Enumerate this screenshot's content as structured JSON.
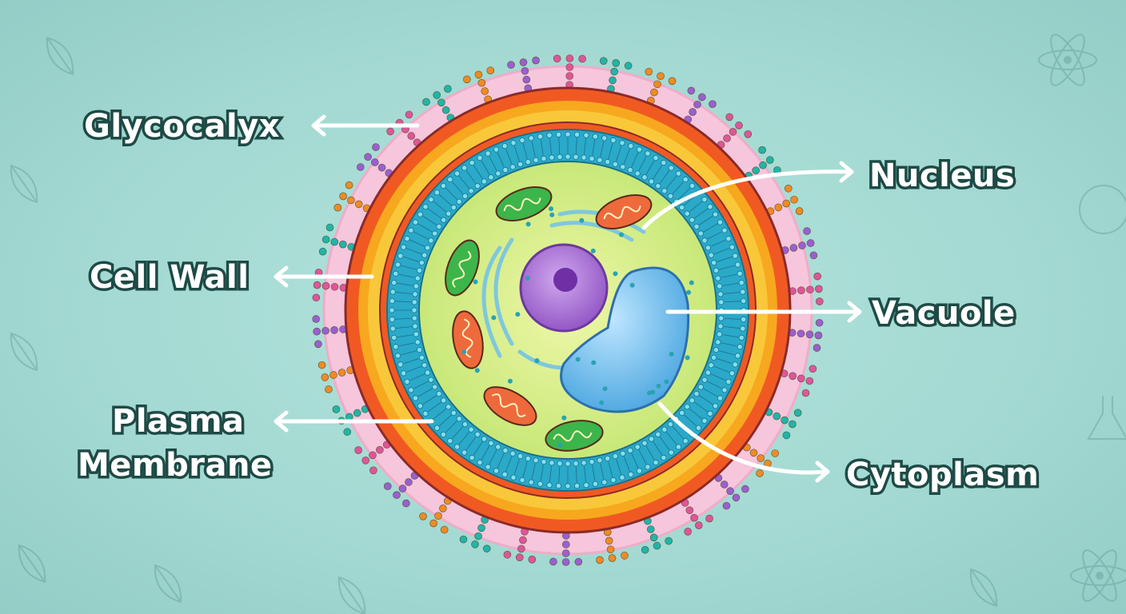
{
  "diagram": {
    "labels": {
      "glycocalyx": "Glycocalyx",
      "cell_wall": "Cell Wall",
      "plasma_membrane_line1": "Plasma",
      "plasma_membrane_line2": "Membrane",
      "nucleus": "Nucleus",
      "vacuole": "Vacuole",
      "cytoplasm": "Cytoplasm"
    },
    "colors": {
      "background": "#a3d9d2",
      "glycocalyx": "#f6c6dc",
      "cell_wall_outer": "#f05a22",
      "cell_wall_inner": "#f7b52b",
      "membrane": "#2aa9c9",
      "cytoplasm": "#dcef8a",
      "nucleus": "#a266cf",
      "vacuole": "#7fc4f0",
      "mitochondria": "#ee6a3c",
      "chloroplast": "#3cb54a"
    },
    "background_icons": [
      "leaf-icon",
      "atom-icon",
      "palette-icon",
      "flask-icon"
    ]
  }
}
